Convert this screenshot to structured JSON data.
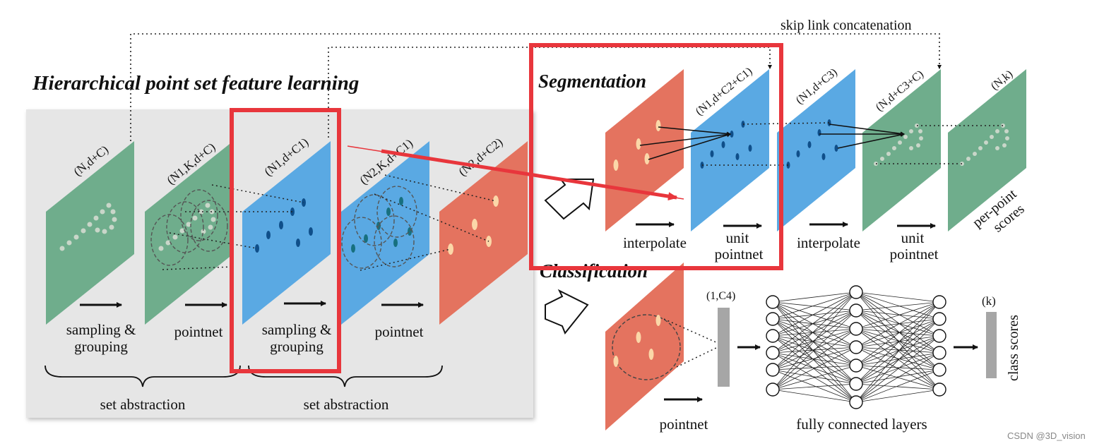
{
  "titles": {
    "hier": "Hierarchical point set feature learning",
    "seg": "Segmentation",
    "cls": "Classification",
    "skip": "skip link concatenation"
  },
  "enc": {
    "dims": [
      "(N,d+C)",
      "(N1,K,d+C)",
      "(N1,d+C1)",
      "(N2,K,d+C1)",
      "(N2,d+C2)"
    ],
    "steps": [
      {
        "line1": "sampling &",
        "line2": "grouping"
      },
      {
        "line1": "pointnet",
        "line2": ""
      },
      {
        "line1": "sampling &",
        "line2": "grouping"
      },
      {
        "line1": "pointnet",
        "line2": ""
      }
    ],
    "groups": [
      "set abstraction",
      "set abstraction"
    ]
  },
  "seg": {
    "dims": [
      "(N1,d+C2+C1)",
      "(N1,d+C3)",
      "(N,d+C3+C)",
      "(N,k)"
    ],
    "steps": [
      {
        "line1": "interpolate",
        "line2": ""
      },
      {
        "line1": "unit",
        "line2": "pointnet"
      },
      {
        "line1": "interpolate",
        "line2": ""
      },
      {
        "line1": "unit",
        "line2": "pointnet"
      }
    ],
    "output": {
      "line1": "per-point",
      "line2": "scores"
    }
  },
  "cls": {
    "vec_label": "(1,C4)",
    "step": "pointnet",
    "fc_label": "fully connected layers",
    "out_label": "(k)",
    "out_text": "class scores"
  },
  "watermark": "CSDN @3D_vision",
  "colors": {
    "green": "#6fad8c",
    "blue": "#5aa9e3",
    "red": "#e4735f",
    "highlight": "#e8363c",
    "panel": "#e6e6e6"
  }
}
